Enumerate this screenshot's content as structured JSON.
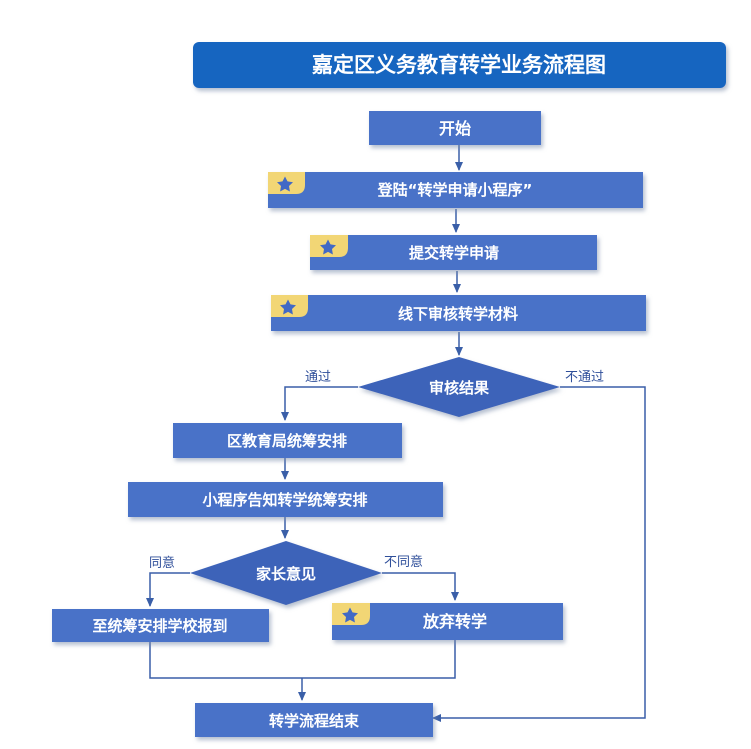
{
  "title": "嘉定区义务教育转学业务流程图",
  "colors": {
    "title_bg": "#1565c0",
    "node_fill": "#4a72c8",
    "decision_fill": "#3d63b9",
    "line": "#3a5fa8",
    "star_badge": "#f2d675",
    "star": "#4169c6"
  },
  "nodes": {
    "start": "开始",
    "login": "登陆“转学申请小程序”",
    "submit": "提交转学申请",
    "offline_review": "线下审核转学材料",
    "review_result": "审核结果",
    "district_arrange": "区教育局统筹安排",
    "notify": "小程序告知转学统筹安排",
    "parent_opinion": "家长意见",
    "report_school": "至统筹安排学校报到",
    "give_up": "放弃转学",
    "end": "转学流程结束"
  },
  "edges": {
    "pass": "通过",
    "fail": "不通过",
    "agree": "同意",
    "disagree": "不同意"
  },
  "icons": {
    "star_badge": "star-icon"
  }
}
